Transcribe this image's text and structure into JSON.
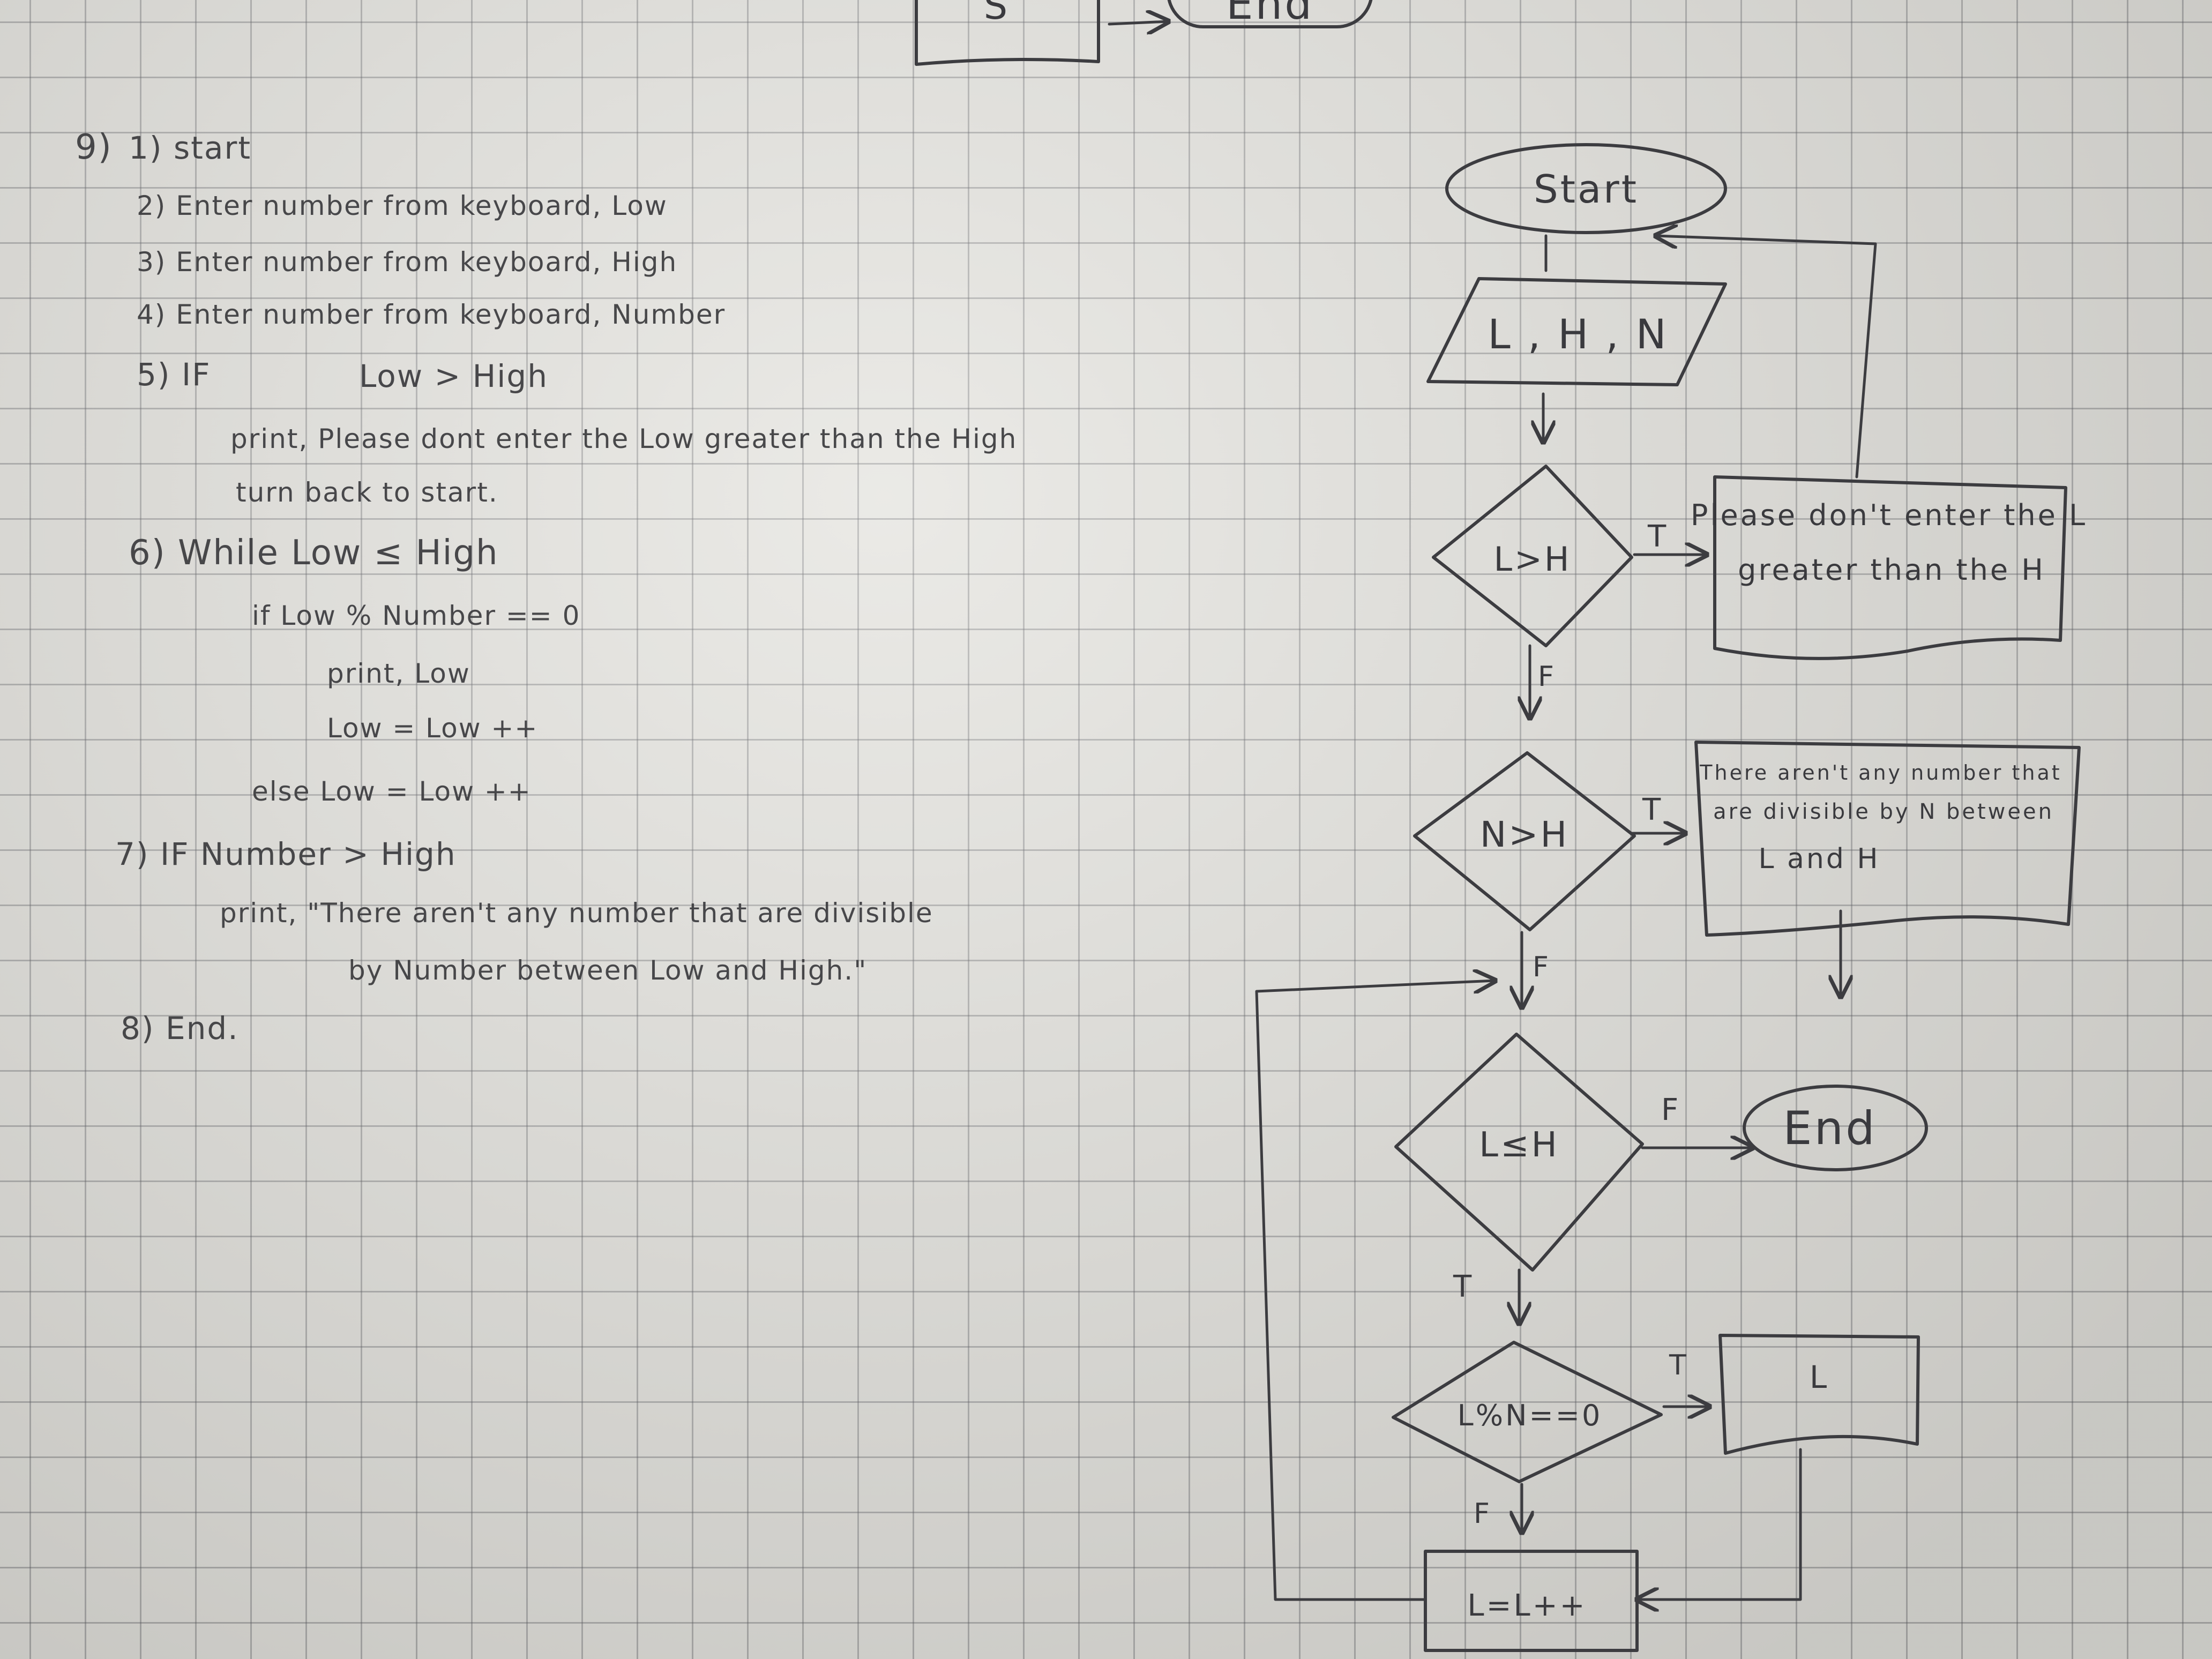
{
  "top_fragment": {
    "io_text": "S",
    "end_text": "End"
  },
  "pseudocode": {
    "number": "9)",
    "lines": [
      "1) start",
      "2) Enter number from keyboard, Low",
      "3) Enter number from keyboard, High",
      "4) Enter number from keyboard, Number",
      "5) IF",
      "Low > High",
      "print, Please dont enter the Low greater than the High",
      "turn back to start.",
      "6) While Low ≤ High",
      "if Low % Number == 0",
      "print, Low",
      "Low = Low ++",
      "else Low = Low ++",
      "7) IF Number > High",
      "print, \"There aren't any number that are divisible",
      "by Number between Low and High.\"",
      "8) End."
    ]
  },
  "flowchart": {
    "start": "Start",
    "input": "L , H , N",
    "decision1": "L>H",
    "decision1_true": "T",
    "decision1_false": "F",
    "message1_line1": "Please don't enter the L",
    "message1_line2": "greater than the H",
    "decision2": "N>H",
    "decision2_true": "T",
    "decision2_false": "F",
    "message2_line1": "There aren't any number that",
    "message2_line2": "are divisible by N between",
    "message2_line3": "L and H",
    "decision3": "L≤H",
    "decision3_false": "F",
    "decision3_true": "T",
    "end": "End",
    "decision4": "L%N==0",
    "decision4_true": "T",
    "decision4_false": "F",
    "output": "L",
    "process": "L=L++"
  }
}
